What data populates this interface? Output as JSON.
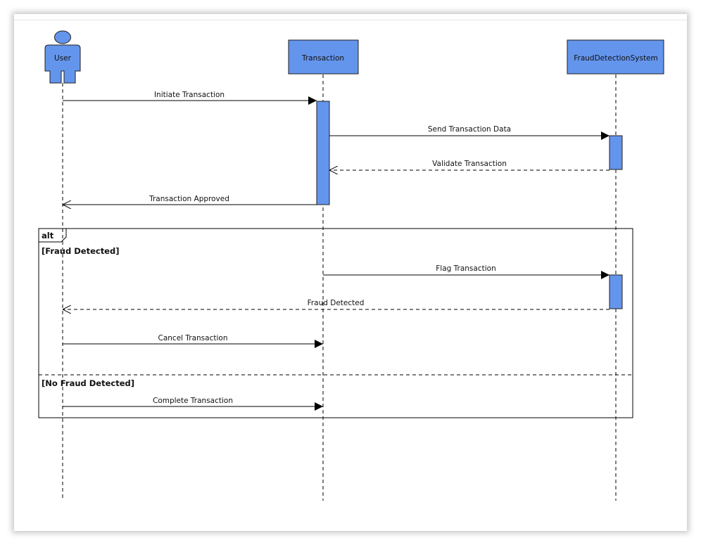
{
  "colors": {
    "participant_fill": "#6495ed",
    "participant_stroke": "#1f1f1f",
    "line": "#000000",
    "page_background": "#ffffff"
  },
  "participants": [
    {
      "name": "User",
      "kind": "actor",
      "icon": "actor-person-icon"
    },
    {
      "name": "Transaction",
      "kind": "box"
    },
    {
      "name": "FraudDetectionSystem",
      "kind": "box"
    }
  ],
  "messages": [
    {
      "label": "Initiate Transaction",
      "from": "User",
      "to": "Transaction",
      "style": "sync"
    },
    {
      "label": "Send Transaction Data",
      "from": "Transaction",
      "to": "FraudDetectionSystem",
      "style": "sync"
    },
    {
      "label": "Validate Transaction",
      "from": "FraudDetectionSystem",
      "to": "Transaction",
      "style": "return"
    },
    {
      "label": "Transaction Approved",
      "from": "Transaction",
      "to": "User",
      "style": "reply"
    },
    {
      "label": "Flag Transaction",
      "from": "Transaction",
      "to": "FraudDetectionSystem",
      "style": "sync"
    },
    {
      "label": "Fraud Detected",
      "from": "FraudDetectionSystem",
      "to": "User",
      "style": "return"
    },
    {
      "label": "Cancel Transaction",
      "from": "User",
      "to": "Transaction",
      "style": "sync"
    },
    {
      "label": "Complete Transaction",
      "from": "User",
      "to": "Transaction",
      "style": "sync"
    }
  ],
  "fragment": {
    "operator": "alt",
    "guards": [
      "[Fraud Detected]",
      "[No Fraud Detected]"
    ]
  }
}
